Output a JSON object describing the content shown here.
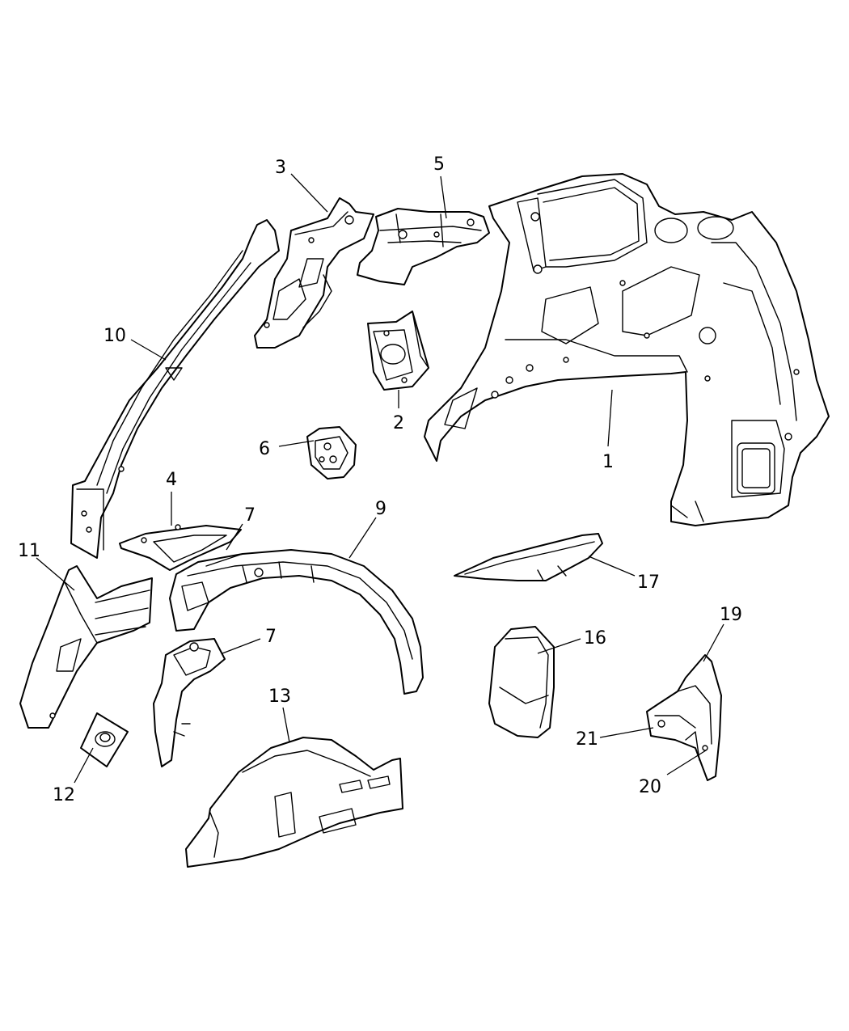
{
  "callouts": {
    "c1": "1",
    "c2": "2",
    "c3": "3",
    "c4": "4",
    "c5": "5",
    "c6": "6",
    "c7a": "7",
    "c7b": "7",
    "c9": "9",
    "c10": "10",
    "c11": "11",
    "c12": "12",
    "c13": "13",
    "c16": "16",
    "c17": "17",
    "c19": "19",
    "c20": "20",
    "c21": "21"
  }
}
